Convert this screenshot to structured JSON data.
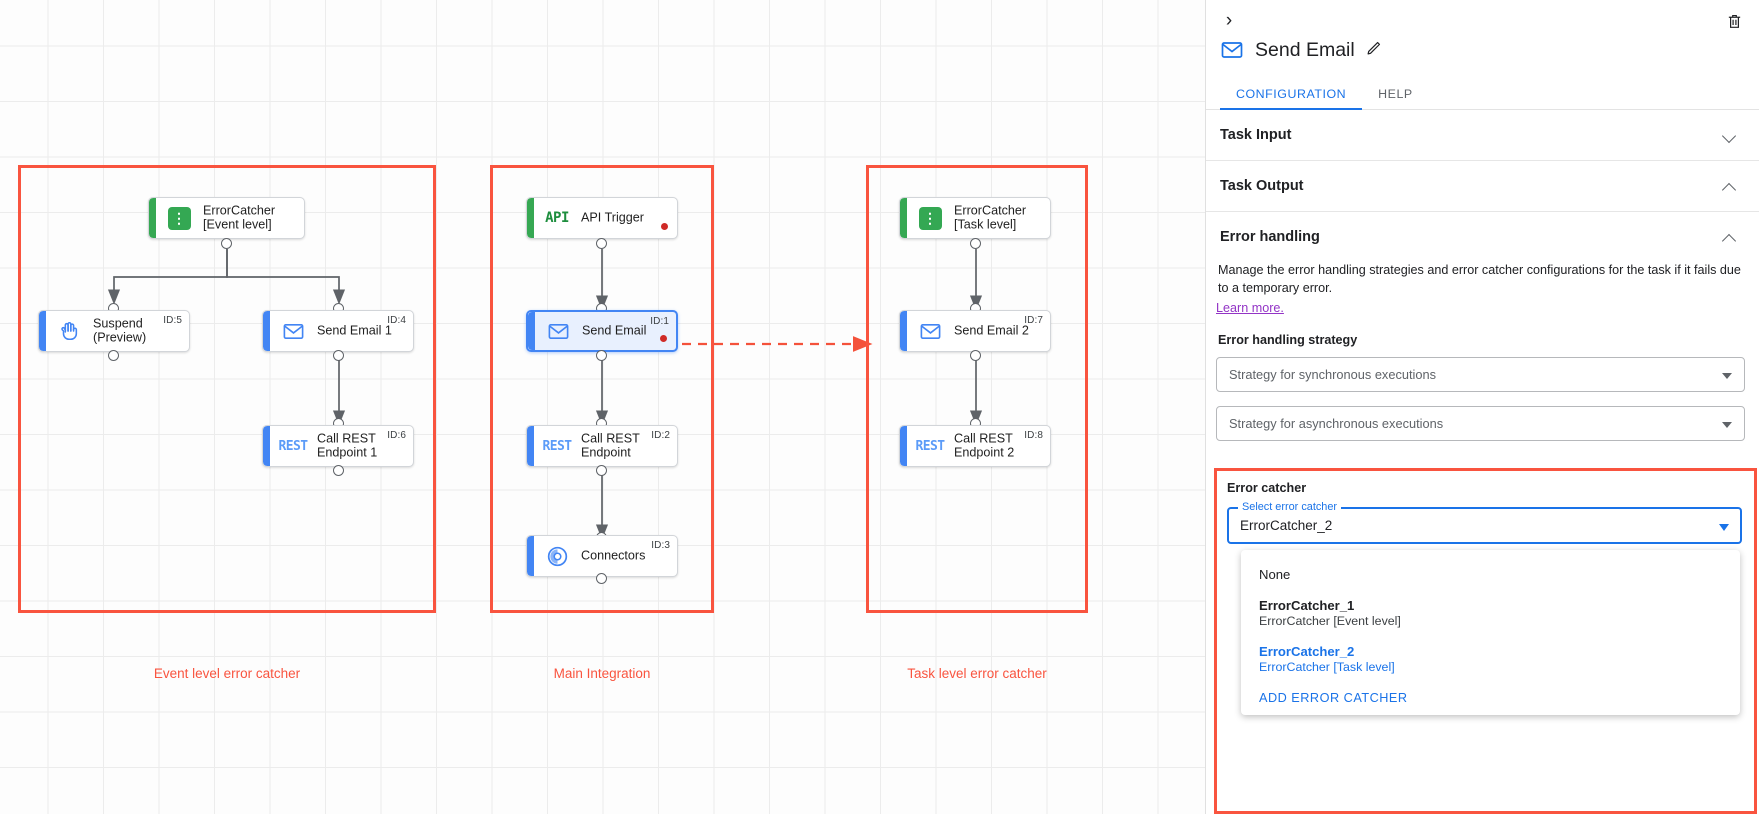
{
  "canvas": {
    "groups": [
      {
        "caption": "Event level error catcher"
      },
      {
        "caption": "Main Integration"
      },
      {
        "caption": "Task level error catcher"
      }
    ],
    "nodes": {
      "error_catcher_event": {
        "title": "ErrorCatcher\n[Event level]",
        "icon": "error-catcher-icon",
        "id_badge": ""
      },
      "suspend": {
        "title": "Suspend\n(Preview)",
        "icon": "suspend-hand-icon",
        "id_badge": "ID:5"
      },
      "send_email_1": {
        "title": "Send Email 1",
        "icon": "mail-icon",
        "id_badge": "ID:4"
      },
      "call_rest_1": {
        "title": "Call REST\nEndpoint 1",
        "icon": "rest-icon",
        "id_badge": "ID:6"
      },
      "api_trigger": {
        "title": "API Trigger",
        "icon": "api-icon",
        "id_badge": ""
      },
      "send_email": {
        "title": "Send Email",
        "icon": "mail-icon",
        "id_badge": "ID:1"
      },
      "call_rest": {
        "title": "Call REST\nEndpoint",
        "icon": "rest-icon",
        "id_badge": "ID:2"
      },
      "connectors": {
        "title": "Connectors",
        "icon": "connectors-icon",
        "id_badge": "ID:3"
      },
      "error_catcher_task": {
        "title": "ErrorCatcher\n[Task level]",
        "icon": "error-catcher-icon",
        "id_badge": ""
      },
      "send_email_2": {
        "title": "Send Email 2",
        "icon": "mail-icon",
        "id_badge": "ID:7"
      },
      "call_rest_2": {
        "title": "Call REST\nEndpoint 2",
        "icon": "rest-icon",
        "id_badge": "ID:8"
      }
    },
    "icon_text": {
      "api": "API",
      "rest": "REST"
    },
    "colors": {
      "highlight": "#f9543f",
      "green": "#36a853",
      "blue": "#4285f4",
      "error_dot": "#cf2a27"
    }
  },
  "panel": {
    "title": "Send Email",
    "tabs": [
      {
        "label": "CONFIGURATION",
        "active": true
      },
      {
        "label": "HELP",
        "active": false
      }
    ],
    "sections": [
      {
        "label": "Task Input"
      },
      {
        "label": "Task Output"
      },
      {
        "label": "Error handling"
      }
    ],
    "error_handling": {
      "description": "Manage the error handling strategies and error catcher configurations for the task if it fails due to a temporary error.",
      "learn_more": "Learn more.",
      "strategy_label": "Error handling strategy",
      "sync_placeholder": "Strategy for synchronous executions",
      "async_placeholder": "Strategy for asynchronous executions"
    },
    "error_catcher": {
      "label": "Error catcher",
      "select_legend": "Select error catcher",
      "selected_value": "ErrorCatcher_2",
      "options": [
        {
          "primary": "None",
          "secondary": "",
          "selected": false,
          "bold": false
        },
        {
          "primary": "ErrorCatcher_1",
          "secondary": "ErrorCatcher [Event level]",
          "selected": false,
          "bold": true
        },
        {
          "primary": "ErrorCatcher_2",
          "secondary": "ErrorCatcher [Task level]",
          "selected": true,
          "bold": true
        }
      ],
      "add_button": "ADD ERROR CATCHER"
    }
  }
}
